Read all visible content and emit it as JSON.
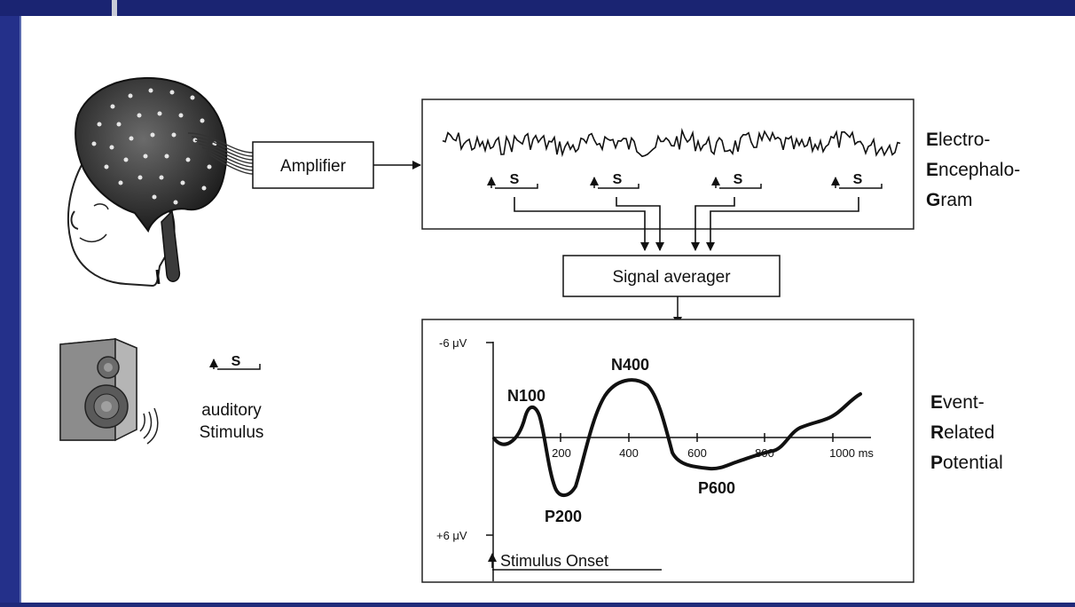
{
  "labels": {
    "amplifier": "Amplifier",
    "signal_averager": "Signal averager",
    "eeg_line1_initial": "E",
    "eeg_line1_rest": "lectro-",
    "eeg_line2_initial": "E",
    "eeg_line2_rest": "ncephalo-",
    "eeg_line3_initial": "G",
    "eeg_line3_rest": "ram",
    "erp_line1_initial": "E",
    "erp_line1_rest": "vent-",
    "erp_line2_initial": "R",
    "erp_line2_rest": "elated",
    "erp_line3_initial": "P",
    "erp_line3_rest": "otential",
    "stimulus_marker": "S",
    "auditory_line1": "auditory",
    "auditory_line2": "Stimulus"
  },
  "erp_plot": {
    "y_top": "-6 μV",
    "y_bottom": "+6 μV",
    "x_ticks": [
      "200",
      "400",
      "600",
      "800",
      "1000 ms"
    ],
    "peaks": {
      "n100": "N100",
      "p200": "P200",
      "n400": "N400",
      "p600": "P600"
    },
    "onset_label": "Stimulus Onset"
  },
  "colors": {
    "frame_blue": "#1f2a7a",
    "ink": "#111111",
    "background": "#ffffff"
  }
}
